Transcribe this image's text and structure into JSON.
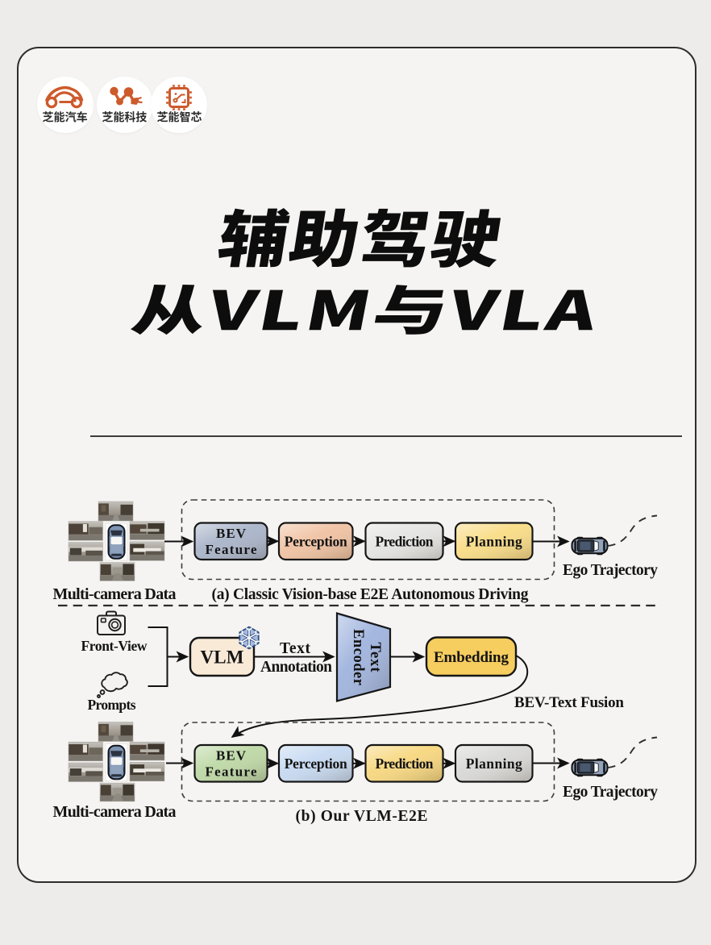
{
  "page": {
    "background": "#edecea",
    "card_background": "#f5f4f2",
    "card_border": "#2d2d2d",
    "accent_orange": "#cd5a2b",
    "ink": "#141414"
  },
  "badges": [
    {
      "label": "芝能汽车",
      "icon": "car-logo-icon"
    },
    {
      "label": "芝能科技",
      "icon": "molecule-logo-icon"
    },
    {
      "label": "芝能智芯",
      "icon": "chip-logo-icon"
    }
  ],
  "title": {
    "line1": "辅助驾驶",
    "line2": "从VLM与VLA"
  },
  "diagram": {
    "row_a": {
      "input_label": "Multi-camera Data",
      "boxes": [
        {
          "line1": "BEV",
          "line2": "Feature",
          "fill": "#a9b4c9"
        },
        {
          "label": "Perception",
          "fill": "#f0c2a2"
        },
        {
          "label": "Prediction",
          "fill": "#e4e4e2"
        },
        {
          "label": "Planning",
          "fill": "#f9dc85"
        }
      ],
      "output_label": "Ego Trajectory",
      "caption": "(a) Classic Vision-base E2E Autonomous Driving"
    },
    "vlm_branch": {
      "front_view_label": "Front-View",
      "prompts_label": "Prompts",
      "vlm_label": "VLM",
      "vlm_fill": "#f9ead7",
      "arrow_label_line1": "Text",
      "arrow_label_line2": "Annotation",
      "encoder_label_line1": "Text",
      "encoder_label_line2": "Encoder",
      "encoder_fill": "#9fb3dd",
      "embedding_label": "Embedding",
      "embedding_fill": "#f6cd5f",
      "fusion_label": "BEV-Text Fusion"
    },
    "row_b": {
      "input_label": "Multi-camera Data",
      "boxes": [
        {
          "line1": "BEV",
          "line2": "Feature",
          "fill": "#bdd8a5"
        },
        {
          "label": "Perception",
          "fill": "#c6d9f1"
        },
        {
          "label": "Prediction",
          "fill": "#f7d77e"
        },
        {
          "label": "Planning",
          "fill": "#d8d8d6"
        }
      ],
      "output_label": "Ego Trajectory",
      "caption": "(b) Our VLM-E2E"
    }
  }
}
